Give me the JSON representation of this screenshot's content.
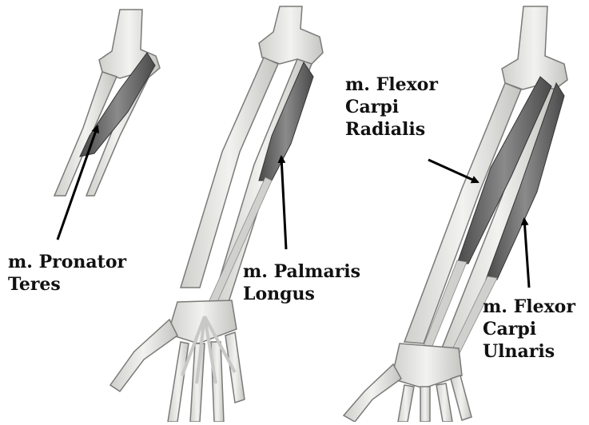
{
  "labels": {
    "pronator_teres": [
      "m. Pronator",
      "Teres"
    ],
    "palmaris_longus": [
      "m. Palmaris",
      "Longus"
    ],
    "flexor_carpi_radialis": [
      "m. Flexor",
      "Carpi",
      "Radialis"
    ],
    "flexor_carpi_ulnaris": [
      "m. Flexor",
      "Carpi",
      "Ulnaris"
    ]
  },
  "colors": {
    "bone_fill": "#e6e6e3",
    "bone_stroke": "#7a7a78",
    "muscle_fill": "#6e6e6e",
    "muscle_dark": "#3e3e3e",
    "tendon": "#d0d0ce",
    "arrow": "#000000"
  }
}
